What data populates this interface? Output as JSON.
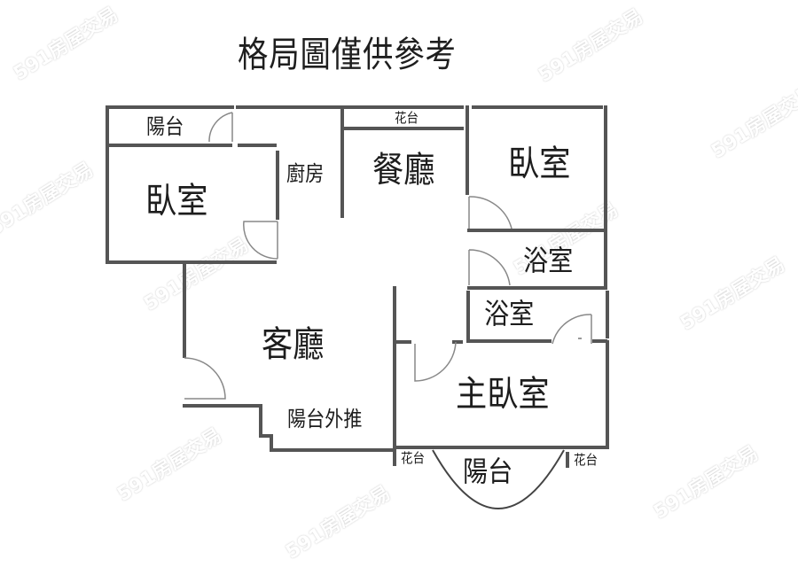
{
  "title": "格局圖僅供參考",
  "watermark": "591房屋交易",
  "colors": {
    "wall": "#555555",
    "door": "#888888",
    "text": "#1d1d1d",
    "background": "#ffffff"
  },
  "rooms": {
    "balcony_top_left": "陽台",
    "bedroom_left": "臥室",
    "kitchen": "廚房",
    "planter_top": "花台",
    "dining_room": "餐廳",
    "bedroom_right": "臥室",
    "bathroom_1": "浴室",
    "bathroom_2": "浴室",
    "living_room": "客廳",
    "balcony_extension": "陽台外推",
    "master_bedroom": "主臥室",
    "balcony_bottom": "陽台",
    "planter_bottom_left": "花台",
    "planter_bottom_right": "花台"
  }
}
